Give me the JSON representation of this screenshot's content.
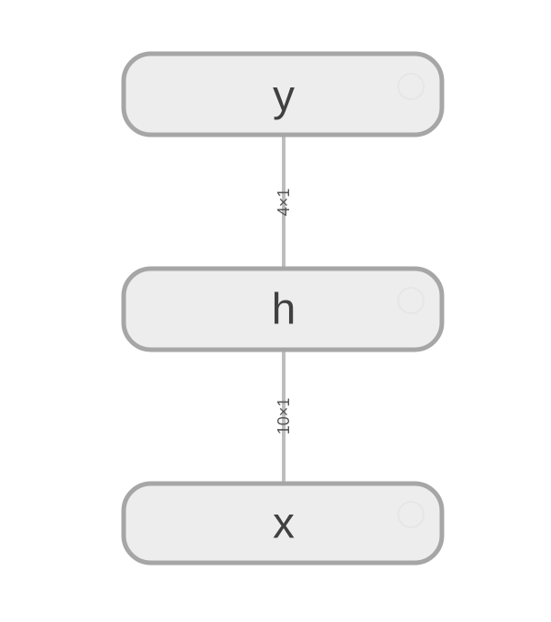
{
  "diagram": {
    "nodes": [
      {
        "id": "y",
        "label": "y"
      },
      {
        "id": "h",
        "label": "h"
      },
      {
        "id": "x",
        "label": "x"
      }
    ],
    "edges": [
      {
        "from": "h",
        "to": "y",
        "label": "4×1"
      },
      {
        "from": "x",
        "to": "h",
        "label": "10×1"
      }
    ],
    "colors": {
      "node_fill": "#ededed",
      "node_border": "#a6a6a6",
      "edge": "#bdbdbd",
      "text": "#404040"
    }
  }
}
